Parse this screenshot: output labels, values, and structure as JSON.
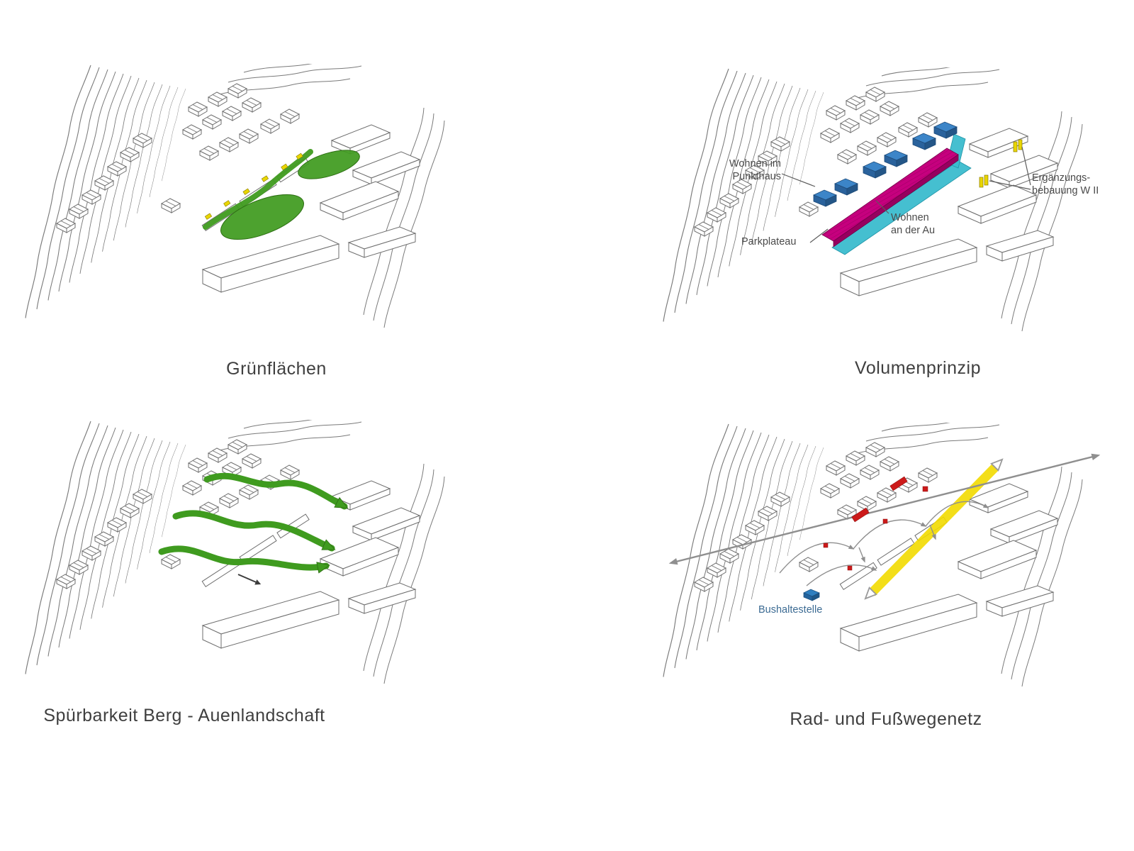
{
  "panels": {
    "gruenflaechen": {
      "caption": "Grünflächen"
    },
    "volumenprinzip": {
      "caption": "Volumenprinzip",
      "labels": {
        "wohnen_punkthaus_line1": "Wohnen im",
        "wohnen_punkthaus_line2": "Punkthaus",
        "parkplateau": "Parkplateau",
        "wohnen_au_line1": "Wohnen",
        "wohnen_au_line2": "an der Au",
        "ergaenzung_line1": "Ergänzungs-",
        "ergaenzung_line2": "bebauung W II"
      }
    },
    "spuerbarkeit": {
      "caption": "Spürbarkeit Berg - Auenlandschaft"
    },
    "radfussweg": {
      "caption": "Rad- und Fußwegenetz",
      "labels": {
        "bushaltestelle": "Bushaltestelle"
      }
    }
  },
  "colors": {
    "green": "#3f9b1f",
    "green_dark": "#2c6e12",
    "yellow": "#e9d600",
    "blue_building": "#3c85c8",
    "magenta": "#c6007e",
    "cyan": "#3bbccd",
    "red": "#cc1a1a",
    "bus_blue": "#2f7fc0",
    "path_yellow": "#f2da00",
    "gray_arrow": "#8f8f8f",
    "text": "#3f3f3f"
  }
}
